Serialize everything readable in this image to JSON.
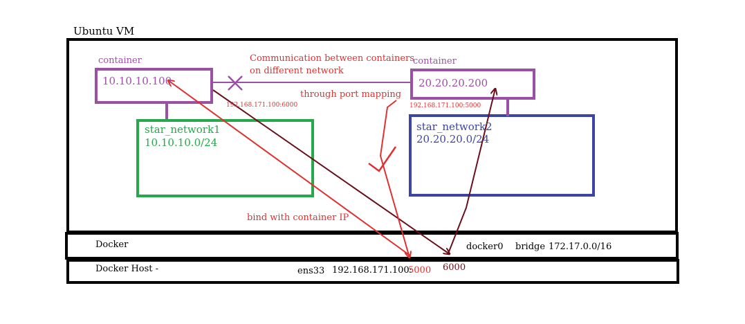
{
  "vm": {
    "title": "Ubuntu VM"
  },
  "container1": {
    "label": "container",
    "ip": "10.10.10.100"
  },
  "container2": {
    "label": "container",
    "ip": "20.20.20.200"
  },
  "network1": {
    "name": "star_network1",
    "subnet": "10.10.10.0/24"
  },
  "network2": {
    "name": "star_network2",
    "subnet": "20.20.20.0/24"
  },
  "annotations": {
    "comm_line1": "Communication between containers",
    "comm_line2": "on different network",
    "port_mapping": "through port mapping",
    "mapping_6000": "192.168.171.100:6000",
    "mapping_5000": "192.168.171.100:5000",
    "bind": "bind with container IP"
  },
  "docker": {
    "label": "Docker",
    "bridge_if": "docker0",
    "bridge_word": "bridge",
    "bridge_subnet": "172.17.0.0/16"
  },
  "host": {
    "label": "Docker Host -",
    "iface": "ens33",
    "ip_prefix": "192.168.171.100:",
    "port_5000": "5000",
    "port_6000": "6000"
  },
  "colors": {
    "black": "#000000",
    "purple": "#9b4fa5",
    "green": "#27a84a",
    "blue": "#3c44a6",
    "red": "#e03030",
    "dark_red": "#6a0f1a"
  }
}
